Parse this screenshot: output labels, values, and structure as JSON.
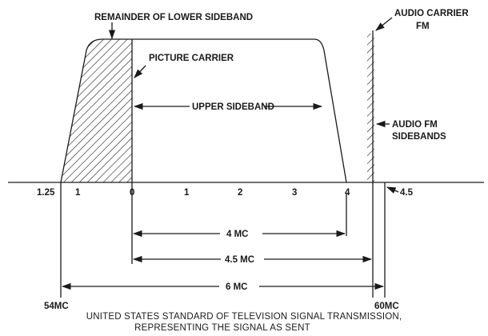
{
  "labels": {
    "remainder_lower_sideband": "REMAINDER OF LOWER SIDEBAND",
    "picture_carrier": "PICTURE CARRIER",
    "upper_sideband": "UPPER SIDEBAND",
    "audio_carrier_line1": "AUDIO CARRIER",
    "audio_carrier_line2": "FM",
    "audio_fm_line1": "AUDIO FM",
    "audio_fm_line2": "SIDEBANDS"
  },
  "axis": {
    "ticks": [
      "1.25",
      "1",
      "0",
      "1",
      "2",
      "3",
      "4",
      "4.5"
    ]
  },
  "dimensions": {
    "bw_4": "4 MC",
    "bw_4_5": "4.5 MC",
    "bw_6": "6 MC",
    "left_freq": "54MC",
    "right_freq": "60MC"
  },
  "caption": {
    "line1": "UNITED STATES STANDARD OF TELEVISION SIGNAL TRANSMISSION,",
    "line2": "REPRESENTING THE SIGNAL AS SENT"
  }
}
